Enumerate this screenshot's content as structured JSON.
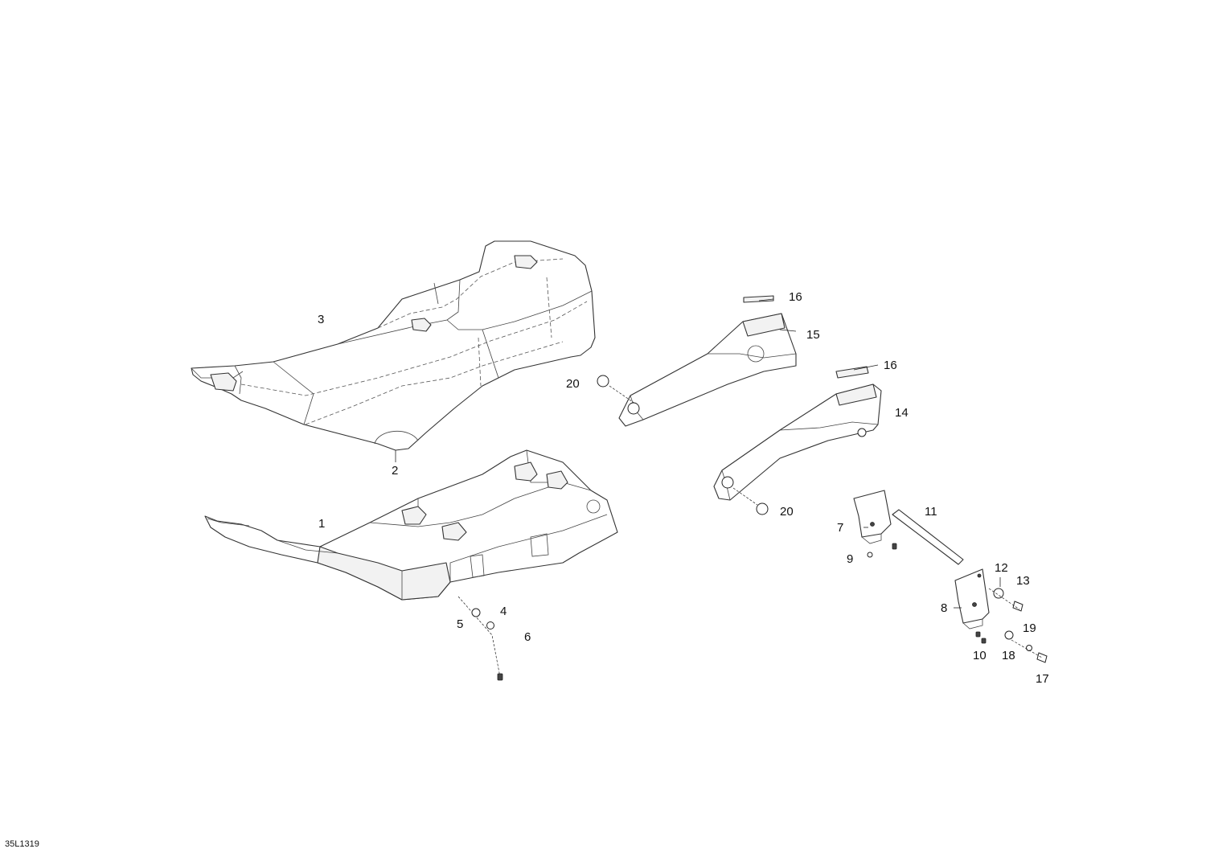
{
  "drawing_id": "35L1319",
  "callouts": [
    {
      "id": "c1",
      "text": "1"
    },
    {
      "id": "c2",
      "text": "2"
    },
    {
      "id": "c3",
      "text": "3"
    },
    {
      "id": "c4",
      "text": "4"
    },
    {
      "id": "c5",
      "text": "5"
    },
    {
      "id": "c6",
      "text": "6"
    },
    {
      "id": "c7",
      "text": "7"
    },
    {
      "id": "c8",
      "text": "8"
    },
    {
      "id": "c9",
      "text": "9"
    },
    {
      "id": "c10",
      "text": "10"
    },
    {
      "id": "c11",
      "text": "11"
    },
    {
      "id": "c12",
      "text": "12"
    },
    {
      "id": "c13",
      "text": "13"
    },
    {
      "id": "c14",
      "text": "14"
    },
    {
      "id": "c15",
      "text": "15"
    },
    {
      "id": "c16a",
      "text": "16"
    },
    {
      "id": "c16b",
      "text": "16"
    },
    {
      "id": "c17",
      "text": "17"
    },
    {
      "id": "c18",
      "text": "18"
    },
    {
      "id": "c19",
      "text": "19"
    },
    {
      "id": "c20a",
      "text": "20"
    },
    {
      "id": "c20b",
      "text": "20"
    }
  ]
}
